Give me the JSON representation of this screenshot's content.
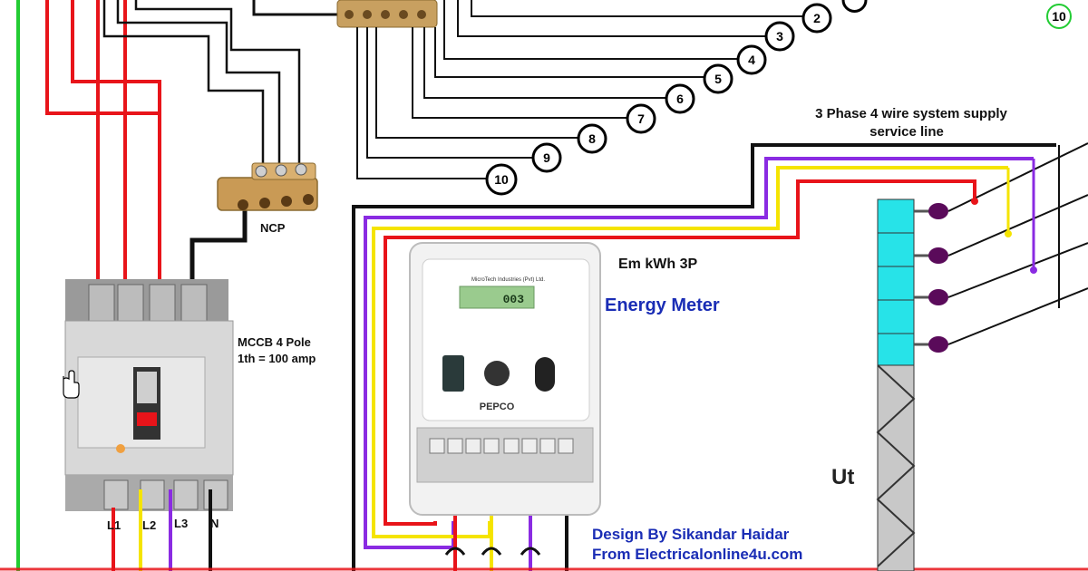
{
  "labels": {
    "supply_title": "3 Phase 4 wire system supply",
    "supply_subtitle": "service line",
    "ncp": "NCP",
    "mccb_title": "MCCB 4 Pole",
    "mccb_rating": "1th = 100 amp",
    "meter_model": "Em kWh 3P",
    "meter_title": "Energy Meter",
    "meter_maker": "MicroTech Industries (Pvt) Ltd.",
    "meter_brand": "PEPCO",
    "meter_display": "003",
    "pole_label": "Ut",
    "credit_design": "Design By Sikandar Haidar",
    "credit_site": "From Electricalonline4u.com"
  },
  "terminals": [
    "L1",
    "L2",
    "L3",
    "N"
  ],
  "circuit_numbers": [
    "2",
    "3",
    "4",
    "5",
    "6",
    "7",
    "8",
    "9",
    "10"
  ],
  "corner_number": "10",
  "colors": {
    "red": "#e8141a",
    "yellow": "#f5e400",
    "purple": "#8a2be2",
    "black": "#111111",
    "green": "#22cc33",
    "pole_cyan": "#27e3e8",
    "insulator": "#5a0a5a"
  }
}
